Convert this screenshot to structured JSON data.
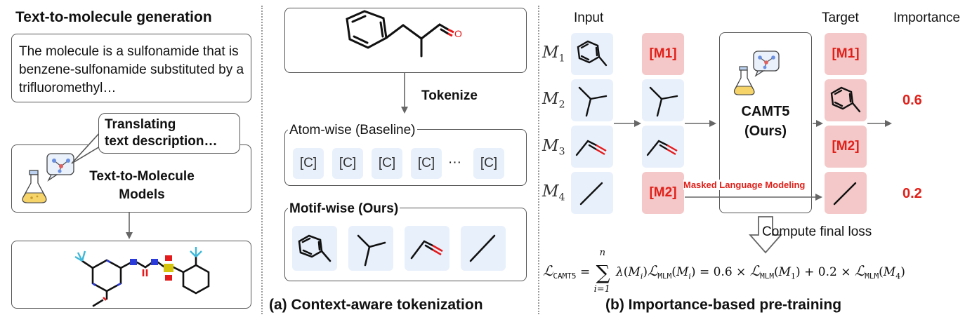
{
  "left_panel": {
    "title": "Text-to-molecule generation",
    "description": "The molecule is a sulfonamide that is benzene-sulfonamide substituted by a trifluoromethyl…",
    "bubble_line1": "Translating",
    "bubble_line2": "text description…",
    "model_line1": "Text-to-Molecule",
    "model_line2": "Models"
  },
  "middle_panel": {
    "tokenize_label": "Tokenize",
    "aldehyde_atom": "O",
    "atom_wise_title": "Atom-wise (Baseline)",
    "atom_tokens": [
      "[C]",
      "[C]",
      "[C]",
      "[C]",
      "[C]"
    ],
    "ellipsis": "···",
    "motif_wise_title": "Motif-wise (Ours)",
    "caption": "(a) Context-aware tokenization"
  },
  "right_panel": {
    "input_header": "Input",
    "target_header": "Target",
    "importance_header": "Importance",
    "labels": [
      {
        "base": "M",
        "sub": "1"
      },
      {
        "base": "M",
        "sub": "2"
      },
      {
        "base": "M",
        "sub": "3"
      },
      {
        "base": "M",
        "sub": "4"
      }
    ],
    "mask1": "[M1]",
    "mask2": "[M2]",
    "model_line1": "CAMT5",
    "model_line2": "(Ours)",
    "mlm_label": "Masked Language Modeling",
    "importance_values": [
      "0.6",
      "0.2"
    ],
    "compute_label": "Compute final loss",
    "formula": {
      "L": "ℒ",
      "camt5": "CAMT5",
      "mlm": "MLM",
      "n": "n",
      "i1": "i=1",
      "w1": "0.6",
      "w2": "0.2",
      "lambda": "λ",
      "M": "M",
      "times": "×"
    },
    "caption": "(b) Importance-based pre-training"
  },
  "colors": {
    "accent_red": "#e0201a",
    "tile_blue": "#e8f0fb",
    "tile_red": "#f4c8c8",
    "atom_o": "#e41a1c",
    "atom_n": "#2b3bd9",
    "atom_f": "#3fb7d8",
    "atom_s": "#d6c40c"
  }
}
